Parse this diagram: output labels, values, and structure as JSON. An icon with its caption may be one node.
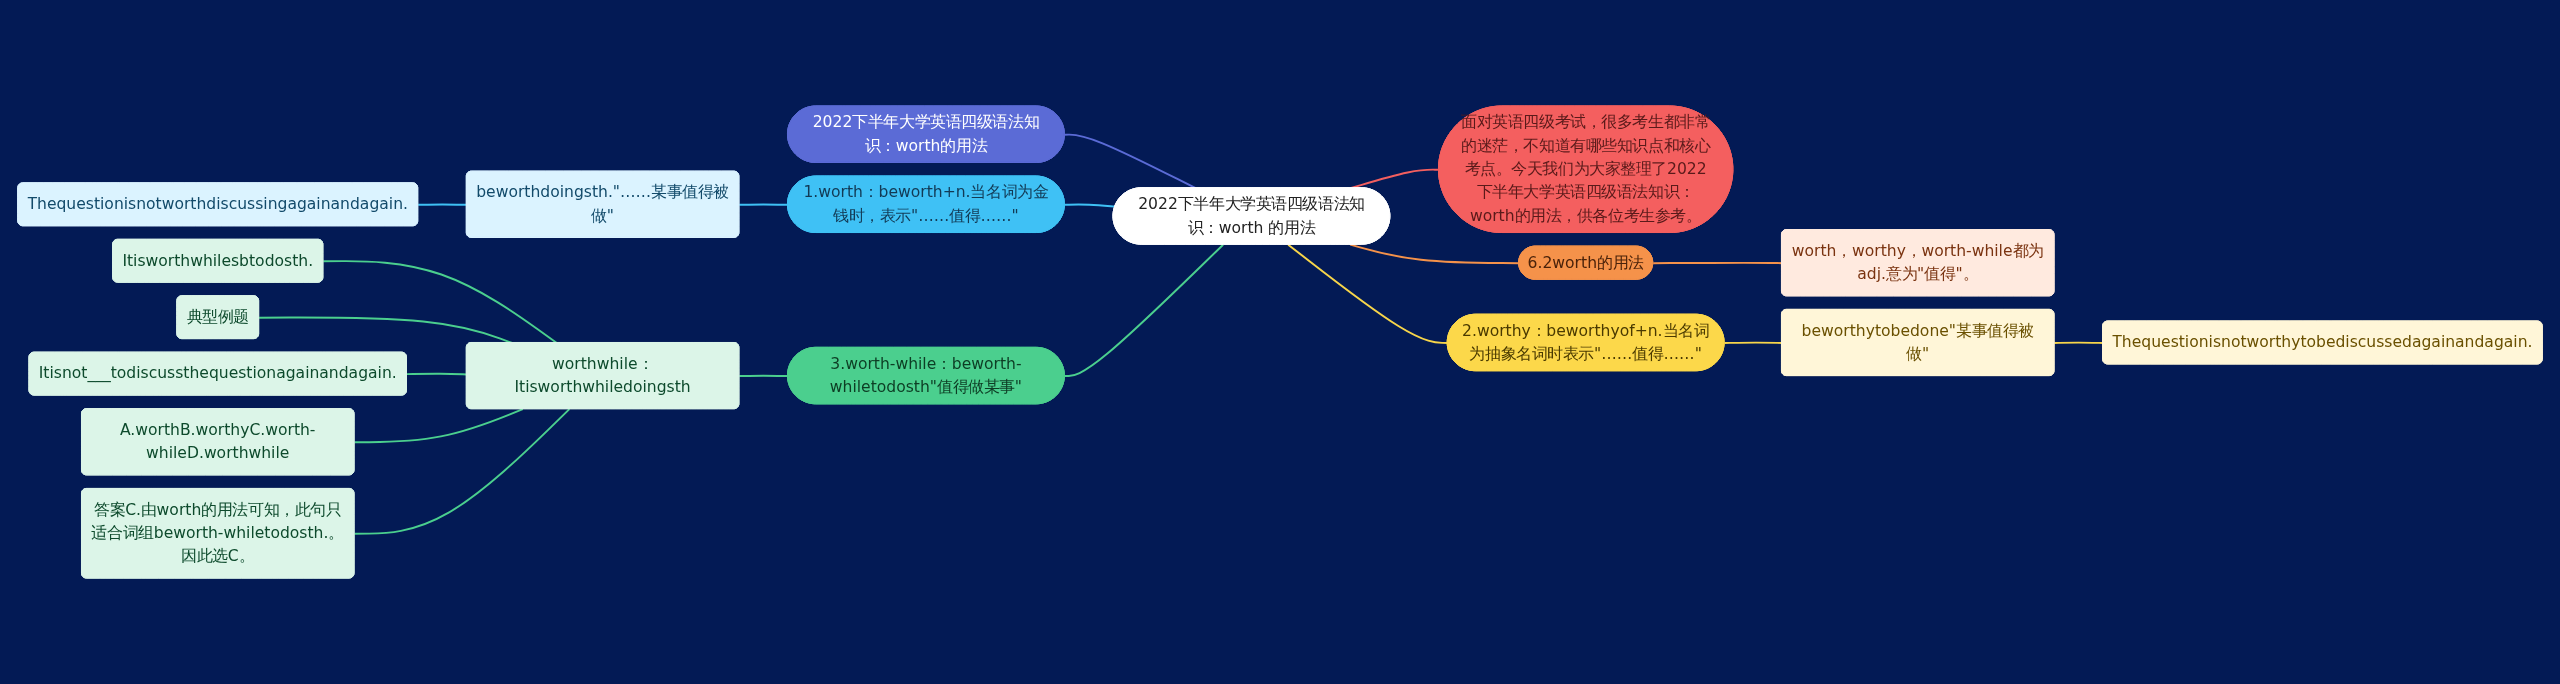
{
  "diagram": {
    "nodes": [
      {
        "text": [
          "2022下半年大学英语四级语法知识：worth 的用法"
        ]
      },
      {
        "text": [
          "2022下半年大学英语四级语法知识：worth的用法"
        ]
      },
      {
        "text": [
          "1.worth：beworth+n.当名词为金钱时，表示\"……值得……\""
        ]
      },
      {
        "text": [
          "beworthdoingsth.\"……某事值得被做\""
        ]
      },
      {
        "text": [
          "Thequestionisnotworthdiscussingagainandagain."
        ]
      },
      {
        "text": [
          "3.worth-while：beworth-whiletodosth\"值得做某事\""
        ]
      },
      {
        "text": [
          "worthwhile：Itisworthwhiledoingsth"
        ]
      },
      {
        "text": [
          "Itisworthwhilesbtodosth."
        ]
      },
      {
        "text": [
          "典型例题"
        ]
      },
      {
        "text": [
          "Itisnot___todiscussthequestionagainandagain."
        ]
      },
      {
        "text": [
          "A.worthB.worthyC.worth-whileD.worthwhile"
        ]
      },
      {
        "text": [
          "答案C.由worth的用法可知，此句只适合词组beworth-whiletodosth.。因此选C。"
        ]
      },
      {
        "text": [
          "面对英语四级考试，很多考生都非常的迷茫，不知道有哪些知识点和核心考点。今天我们为大家整理了2022下半年大学英语四级语法知识：worth的用法，供各位考生参考。"
        ]
      },
      {
        "text": [
          "6.2worth的用法"
        ]
      },
      {
        "text": [
          "worth，worthy，worth-while都为adj.意为\"值得\"。"
        ]
      },
      {
        "text": [
          "2.worthy：beworthyof+n.当名词为抽象名词时表示\"……值得……\""
        ]
      },
      {
        "text": [
          "beworthytobedone\"某事值得被做\""
        ]
      },
      {
        "text": [
          "Thequestionisnotworthytobediscussedagainandagain."
        ]
      }
    ],
    "edges": [
      {
        "from": 0,
        "to": 1,
        "arrow": "none",
        "color": "#5b6bd6"
      },
      {
        "from": 0,
        "to": 2,
        "arrow": "none",
        "color": "#3fc1f5"
      },
      {
        "from": 2,
        "to": 3,
        "arrow": "none",
        "color": "#3fc1f5"
      },
      {
        "from": 3,
        "to": 4,
        "arrow": "none",
        "color": "#3fc1f5"
      },
      {
        "from": 0,
        "to": 5,
        "arrow": "none"
      },
      {
        "from": 5,
        "to": 6,
        "arrow": "none"
      },
      {
        "from": 6,
        "to": 7,
        "arrow": "none"
      },
      {
        "from": 6,
        "to": 8,
        "arrow": "none"
      },
      {
        "from": 6,
        "to": 9,
        "arrow": "none"
      },
      {
        "from": 6,
        "to": 10,
        "arrow": "none"
      },
      {
        "from": 6,
        "to": 11,
        "arrow": "none"
      },
      {
        "from": 0,
        "to": 12,
        "arrow": "none",
        "color": "#f45f5f"
      },
      {
        "from": 0,
        "to": 13,
        "arrow": "none",
        "color": "#f5924a"
      },
      {
        "from": 13,
        "to": 14,
        "arrow": "none",
        "color": "#f5924a"
      },
      {
        "from": 0,
        "to": 15,
        "arrow": "none",
        "color": "#f7d54a"
      },
      {
        "from": 15,
        "to": 16,
        "arrow": "none",
        "color": "#f7d54a"
      },
      {
        "from": 16,
        "to": 17,
        "arrow": "none",
        "color": "#f7d54a"
      }
    ]
  }
}
